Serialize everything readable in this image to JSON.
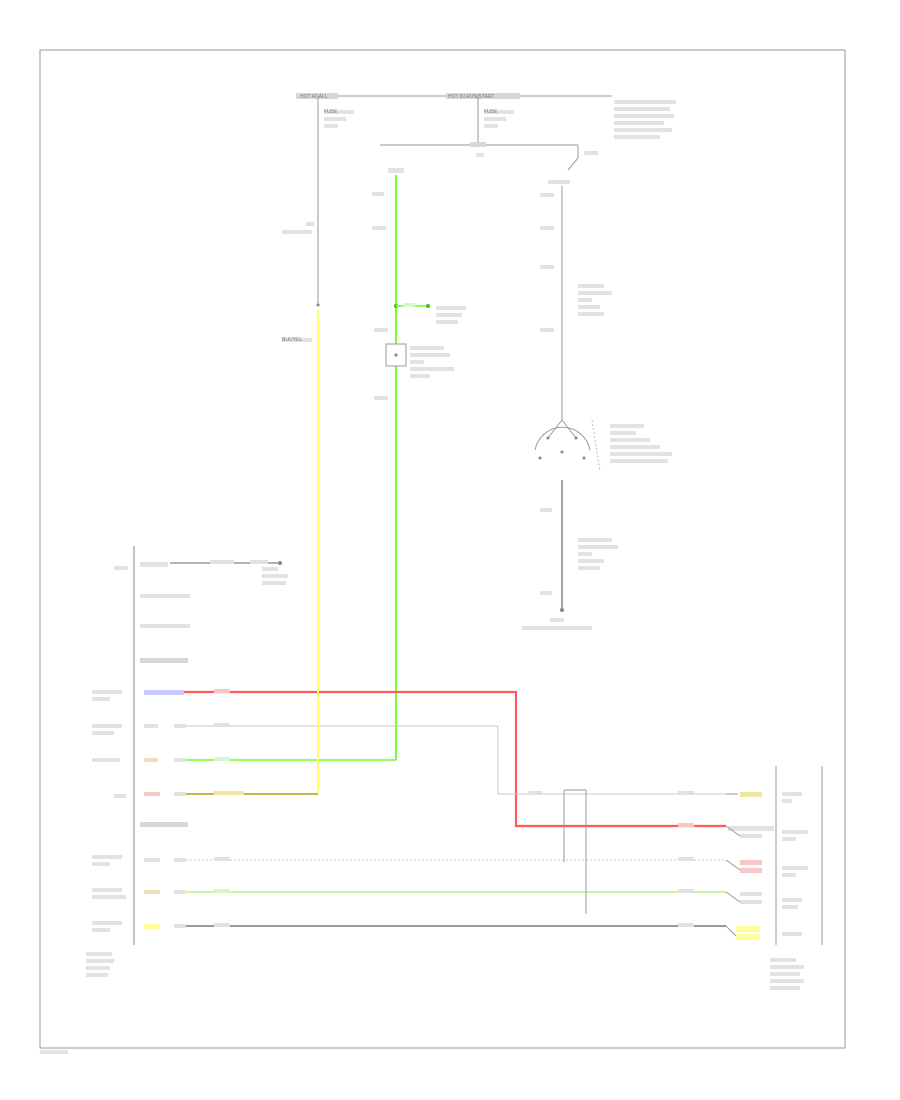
{
  "diagram": {
    "figure_id": "",
    "top_bus_left": "HOT AT ALL",
    "top_bus_right": "HOT IN RUN/START",
    "fuse_left": "FUSE",
    "fuse_right": "FUSE",
    "relay_box_note": "",
    "left_wire_color": "BLK/YEL",
    "splice_label": "",
    "ground_label": "",
    "ecm_label": "",
    "tcm_label": ""
  }
}
